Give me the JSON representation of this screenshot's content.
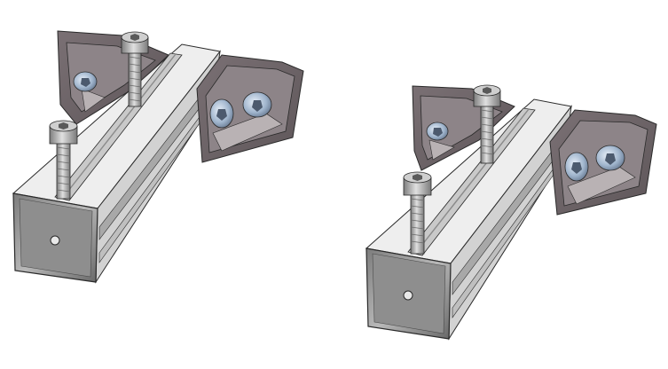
{
  "scene": {
    "background": "#ffffff",
    "object_count": 2,
    "objects": [
      {
        "name": "profile-assembly-left",
        "parts": [
          "aluminium-profile",
          "end-cap",
          "corner-bracket",
          "corner-bracket",
          "socket-head-screw",
          "socket-head-screw",
          "t-nut",
          "t-nut",
          "t-nut"
        ]
      },
      {
        "name": "profile-assembly-right",
        "parts": [
          "aluminium-profile",
          "end-cap",
          "corner-bracket",
          "corner-bracket",
          "socket-head-screw",
          "socket-head-screw",
          "t-nut",
          "t-nut",
          "t-nut"
        ]
      }
    ],
    "colors": {
      "profile_light": "#eeeeee",
      "profile_mid": "#d2d2d2",
      "profile_dark": "#9b9b9b",
      "bracket": "#6e6568",
      "bracket_inner": "#8d8488",
      "bracket_light": "#b9b2b4",
      "screw": "#b8b8b8",
      "screw_dark": "#6a6a6a",
      "nut": "#9fb4cc",
      "outline": "#2a2a2a"
    }
  }
}
